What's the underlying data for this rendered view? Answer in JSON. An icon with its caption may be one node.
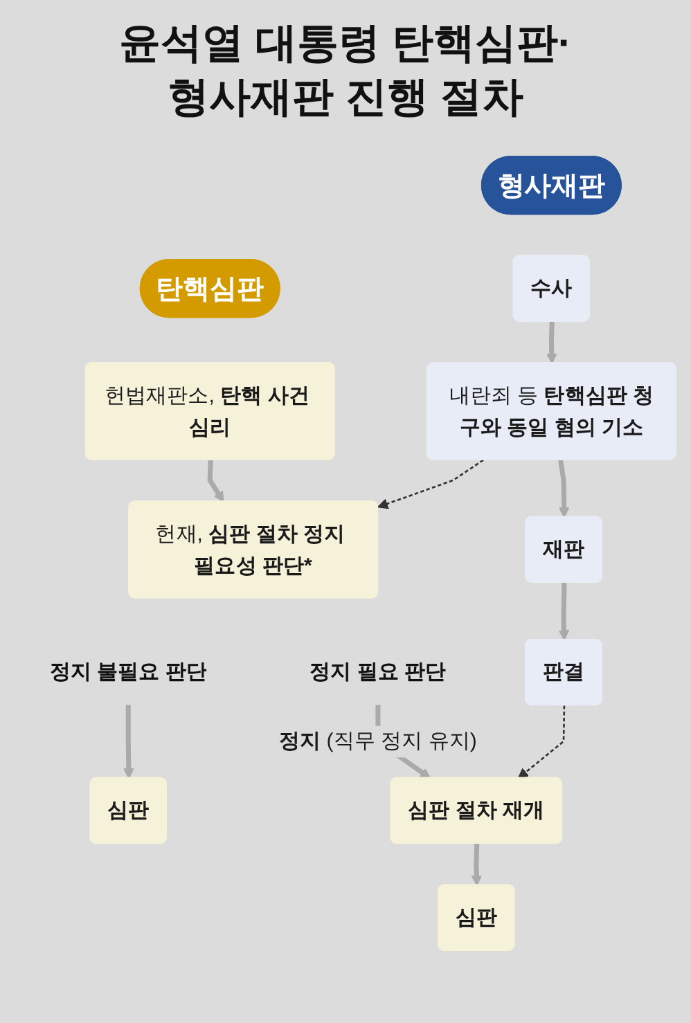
{
  "diagram": {
    "title": "윤석열 대통령 탄핵심판·형사재판 진행 절차",
    "nodes": [
      {
        "text": [
          "탄핵심판"
        ]
      },
      {
        "text": [
          "형사재판"
        ]
      },
      {
        "text": [
          "헌법재판소, 탄핵 사건 심리"
        ]
      },
      {
        "text": [
          "수사"
        ]
      },
      {
        "text": [
          "헌재, 심판 절차 정지 필요성 판단*"
        ]
      },
      {
        "text": [
          "내란죄 등 탄핵심판 청구와 동일 혐의 기소"
        ]
      },
      {
        "text": [
          "정지 불필요 판단"
        ]
      },
      {
        "text": [
          "정지 필요 판단"
        ]
      },
      {
        "text": [
          "재판"
        ]
      },
      {
        "text": [
          "심판"
        ]
      },
      {
        "text": [
          "심판 절차 재개"
        ]
      },
      {
        "text": [
          "판결"
        ]
      },
      {
        "text": [
          "심판"
        ]
      }
    ],
    "edges": [
      {
        "from": 2,
        "to": 4,
        "arrow": "to"
      },
      {
        "from": 3,
        "to": 5,
        "arrow": "to"
      },
      {
        "from": 5,
        "to": 4,
        "arrow": "to",
        "style": "dashed",
        "color": "#333333"
      },
      {
        "from": 5,
        "to": 8,
        "arrow": "to"
      },
      {
        "from": 6,
        "to": 9,
        "arrow": "to"
      },
      {
        "from": 7,
        "to": 10,
        "arrow": "to",
        "label": "정지 (직무 정지 유지)"
      },
      {
        "from": 8,
        "to": 11,
        "arrow": "to"
      },
      {
        "from": 11,
        "to": 10,
        "arrow": "to",
        "style": "dashed",
        "color": "#333333"
      },
      {
        "from": 10,
        "to": 12,
        "arrow": "to"
      }
    ]
  }
}
